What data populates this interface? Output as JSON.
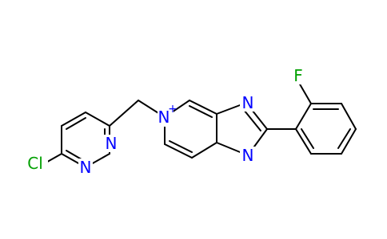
{
  "molecule": {
    "atoms": {
      "cl": {
        "label": "Cl",
        "color": "#00a000"
      },
      "n_pyd_1": {
        "label": "N",
        "color": "#0000ff"
      },
      "n_pyd_2": {
        "label": "N",
        "color": "#0000ff"
      },
      "n_pyr": {
        "label": "N",
        "color": "#0000ff"
      },
      "n_imid_top": {
        "label": "N",
        "color": "#0000ff"
      },
      "n_imid_bottom": {
        "label": "N",
        "color": "#0000ff"
      },
      "f": {
        "label": "F",
        "color": "#00a000"
      }
    },
    "charges": {
      "n_pyr": "+"
    }
  }
}
